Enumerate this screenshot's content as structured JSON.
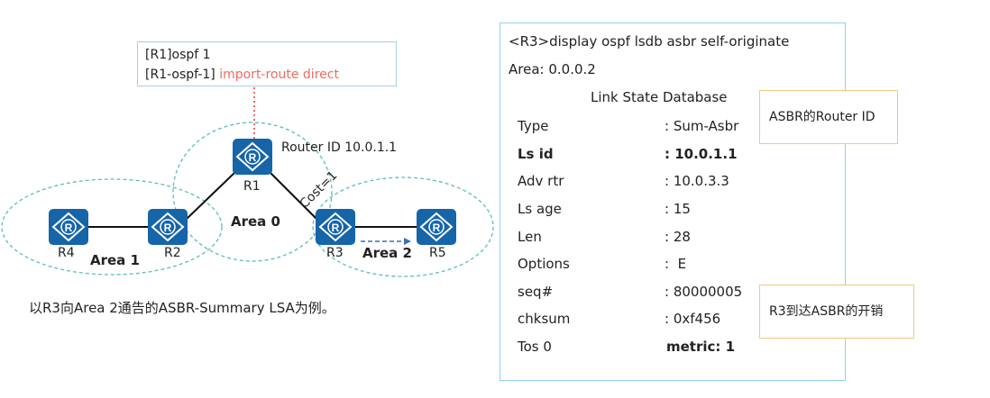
{
  "config": {
    "line1": "[R1]ospf 1",
    "line2_prefix": "[R1-ospf-1] ",
    "line2_cmd": "import-route direct"
  },
  "routers": {
    "r1": "R1",
    "r2": "R2",
    "r3": "R3",
    "r4": "R4",
    "r5": "R5",
    "icon_letter": "R"
  },
  "annotations": {
    "router_id": "Router ID 10.0.1.1",
    "cost": "Cost=1"
  },
  "areas": {
    "area0": "Area 0",
    "area1": "Area 1",
    "area2": "Area 2"
  },
  "caption": "以R3向Area 2通告的ASBR-Summary LSA为例。",
  "lsdb": {
    "command": "<R3>display ospf lsdb asbr self-originate",
    "area": "Area: 0.0.0.2",
    "heading": "Link State Database",
    "rows": [
      {
        "key": "Type",
        "value": ": Sum-Asbr",
        "bold": false
      },
      {
        "key": "Ls id",
        "value": ": 10.0.1.1",
        "bold": true
      },
      {
        "key": "Adv rtr",
        "value": ": 10.0.3.3",
        "bold": false
      },
      {
        "key": "Ls age",
        "value": ": 15",
        "bold": false
      },
      {
        "key": "Len",
        "value": ": 28",
        "bold": false
      },
      {
        "key": "Options",
        "value": ":  E",
        "bold": false
      },
      {
        "key": "seq#",
        "value": ": 80000005",
        "bold": false
      },
      {
        "key": "chksum",
        "value": ": 0xf456",
        "bold": false
      },
      {
        "key": "Tos 0",
        "value": "metric: 1",
        "bold": "value"
      }
    ]
  },
  "callouts": {
    "asbr_router_id": "ASBR的Router ID",
    "r3_cost": "R3到达ASBR的开销"
  },
  "colors": {
    "router_fill": "#1565a8",
    "area_border": "#5bbcbc",
    "config_border": "#a9cfe4",
    "config_accent": "#ef6b62",
    "lsdb_border": "#8ed3ee",
    "callout_border": "#f2c87c",
    "arrow": "#3a6fb0"
  }
}
